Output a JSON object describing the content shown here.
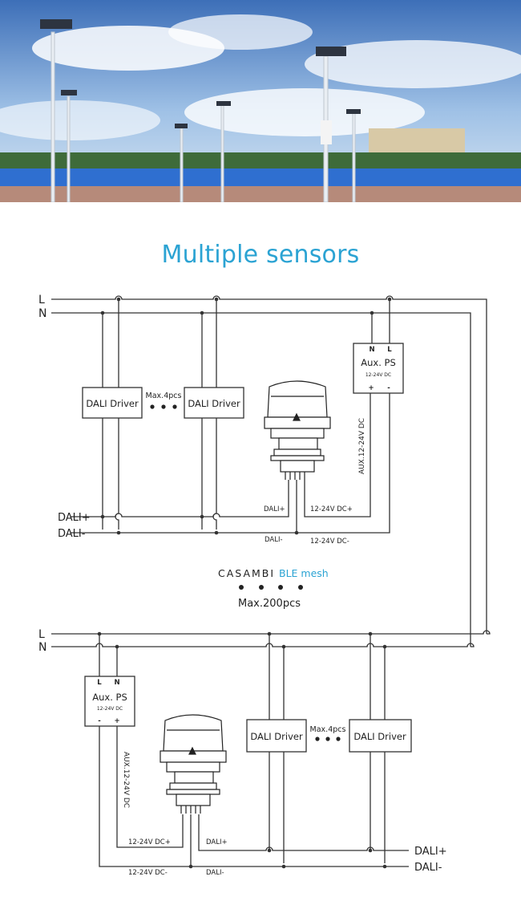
{
  "title": "Multiple sensors",
  "line_labels": {
    "l": "L",
    "n": "N"
  },
  "bus_labels": {
    "dali_plus": "DALI+",
    "dali_minus": "DALI-"
  },
  "driver_label": "DALI Driver",
  "max_drivers": "Max.4pcs",
  "aux_ps": {
    "title": "Aux. PS",
    "voltage": "12-24V DC",
    "n": "N",
    "l": "L",
    "plus": "+",
    "minus": "-"
  },
  "aux_wire": "AUX.12-24V DC",
  "wire_labels": {
    "dali_plus": "DALI+",
    "dali_minus": "DALI-",
    "dc_plus": "12-24V DC+",
    "dc_minus": "12-24V DC-"
  },
  "mesh": {
    "brand": "CASAMBI",
    "network": "BLE mesh",
    "max": "Max.200pcs"
  },
  "colors": {
    "title": "#2ba3d3",
    "network": "#2ba3d3",
    "lines": "#333333"
  }
}
